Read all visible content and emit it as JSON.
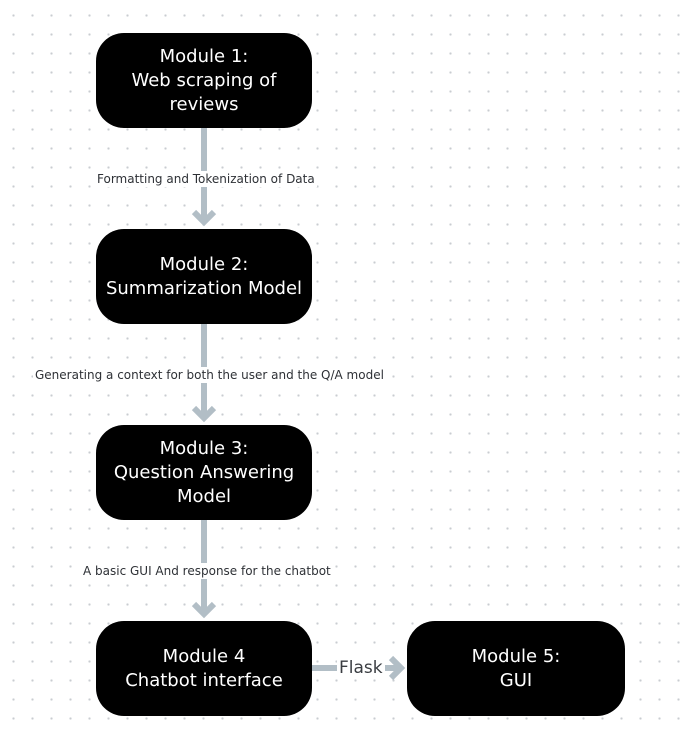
{
  "modules": [
    {
      "label": "Module 1:\nWeb scraping of reviews"
    },
    {
      "label": "Module 2:\nSummarization Model"
    },
    {
      "label": "Module 3:\nQuestion Answering\nModel"
    },
    {
      "label": "Module 4\nChatbot interface"
    },
    {
      "label": "Module 5:\nGUI"
    }
  ],
  "connectors": [
    {
      "label": "Formatting and Tokenization of Data"
    },
    {
      "label": "Generating a context for both the user and the Q/A model"
    },
    {
      "label": "A basic GUI And response for the chatbot"
    },
    {
      "label": "Flask"
    }
  ],
  "colors": {
    "box_fill": "#000000",
    "box_text": "#ffffff",
    "connector": "#b2bec6",
    "label_text": "#2e3136",
    "grid_dot": "#c9ccd1"
  }
}
